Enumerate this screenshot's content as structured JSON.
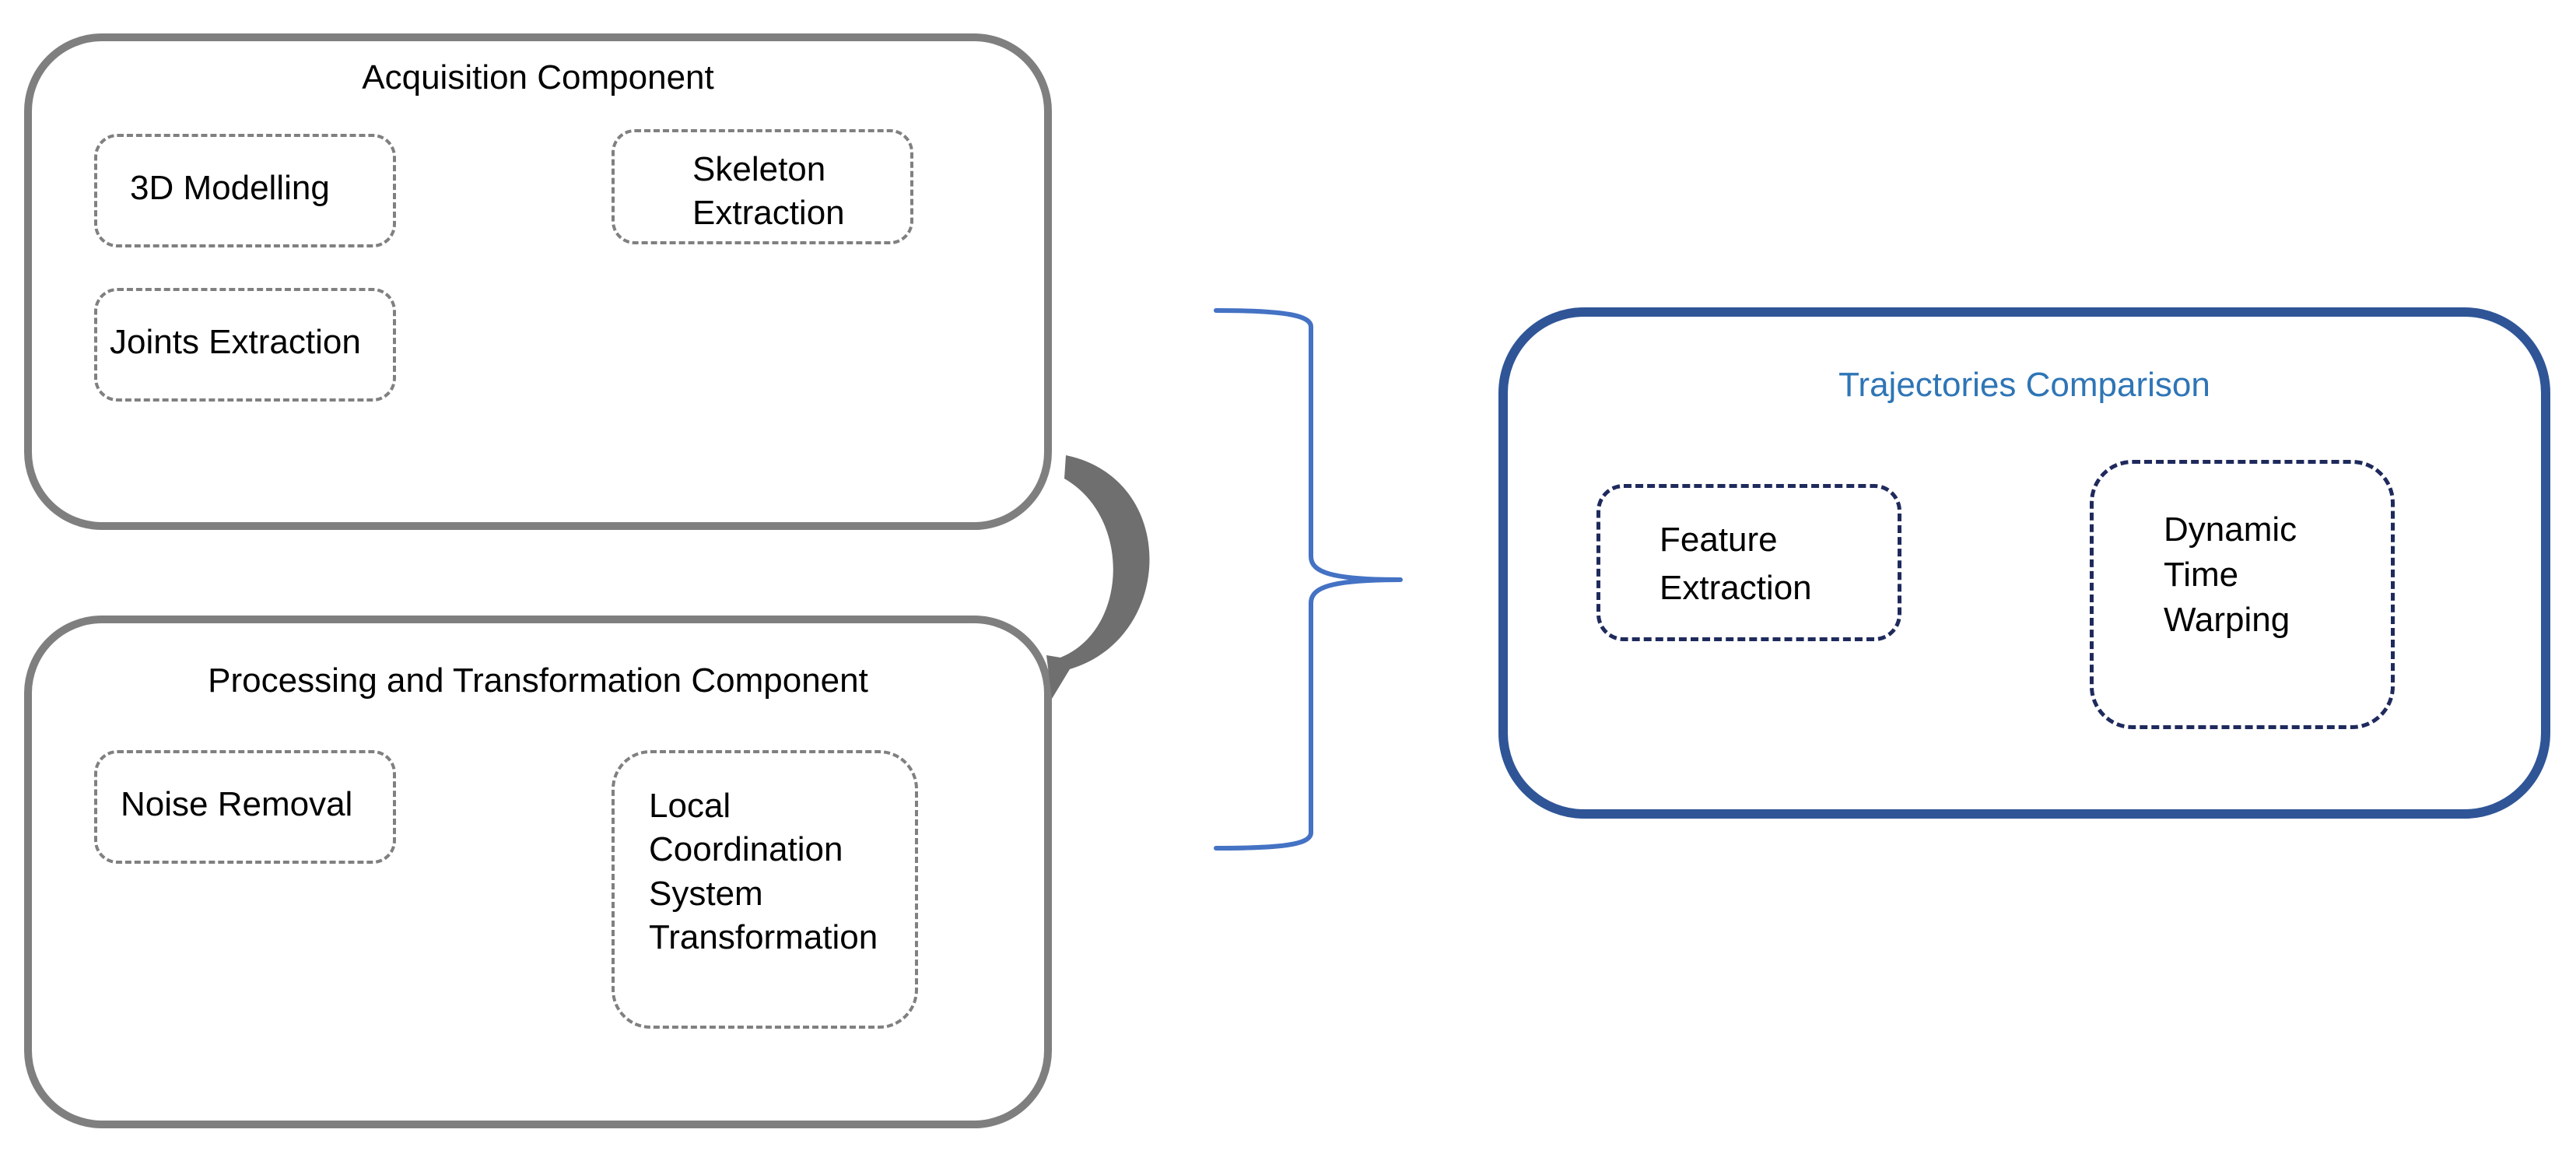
{
  "acquisition": {
    "title": "Acquisition Component",
    "modelling": "3D Modelling",
    "skeleton": "Skeleton\nExtraction",
    "joints": "Joints Extraction"
  },
  "processing": {
    "title": "Processing and Transformation Component",
    "noise": "Noise Removal",
    "local": "Local\nCoordination\nSystem\nTransformation"
  },
  "trajectories": {
    "title": "Trajectories Comparison",
    "feature": "Feature\nExtraction",
    "dtw": "Dynamic\nTime\nWarping"
  },
  "colors": {
    "panel_gray": "#7f7f7f",
    "panel_blue": "#2f5597",
    "title_blue": "#2e75b6",
    "brace_blue": "#4472c4",
    "box_gray": "#808080",
    "box_navy": "#1f2a5c",
    "arrow_gray": "#6f6f6f"
  }
}
